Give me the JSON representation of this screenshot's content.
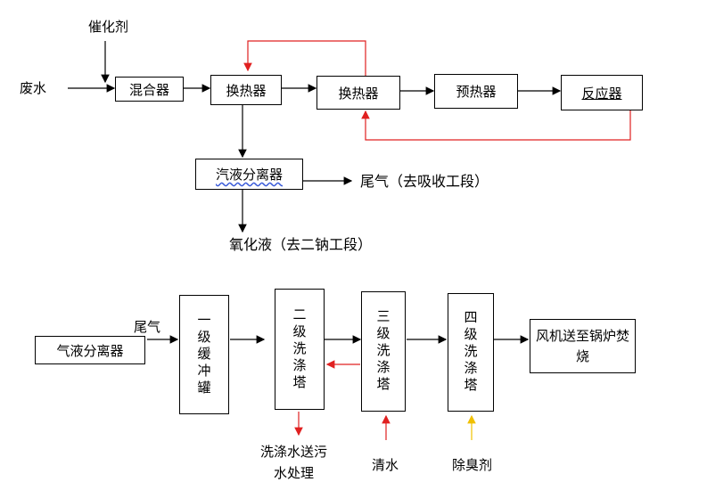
{
  "top_flow": {
    "catalyst": "催化剂",
    "wastewater": "废水",
    "mixer": "混合器",
    "heat_exchanger_1": "换热器",
    "heat_exchanger_2": "换热器",
    "preheater": "预热器",
    "reactor": "反应器",
    "separator": "汽液分离器",
    "tail_gas": "尾气（去吸收工段）",
    "oxidized_liquid": "氧化液（去二钠工段）"
  },
  "bottom_flow": {
    "separator": "气液分离器",
    "tail_gas": "尾气",
    "buffer_tank": "一级缓冲罐",
    "scrubber_2": "二级洗涤塔",
    "scrubber_3": "三级洗涤塔",
    "scrubber_4": "四级洗涤塔",
    "fan": "风机送至锅炉焚烧",
    "wash_water_out_1": "洗涤水送污",
    "wash_water_out_2": "水处理",
    "clean_water": "清水",
    "deodorant": "除臭剂"
  },
  "colors": {
    "line": "#000000",
    "recycle": "#e02020",
    "deodorant_arrow": "#f0c000"
  }
}
